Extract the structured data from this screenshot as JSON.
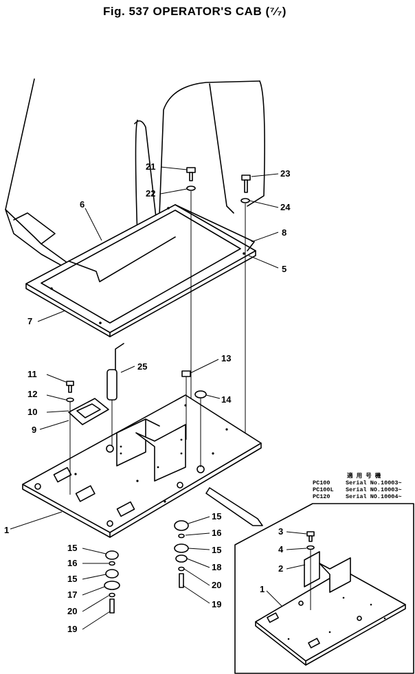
{
  "header": {
    "title": "Fig. 537  OPERATOR'S CAB (⁷⁄₇)"
  },
  "serial_table": {
    "heading": "適 用 号 機",
    "rows": [
      {
        "model": "PC100",
        "serial": "Serial No.10003~"
      },
      {
        "model": "PC100L",
        "serial": "Serial NO.10003~"
      },
      {
        "model": "PC120",
        "serial": "Serial NO.10004~"
      }
    ]
  },
  "callouts": {
    "c1": "1",
    "c5": "5",
    "c6": "6",
    "c7": "7",
    "c8": "8",
    "c9": "9",
    "c10": "10",
    "c11": "11",
    "c12": "12",
    "c13": "13",
    "c14": "14",
    "c21": "21",
    "c22": "22",
    "c23": "23",
    "c24": "24",
    "c25": "25",
    "c15a": "15",
    "c16a": "16",
    "c15b": "15",
    "c18": "18",
    "c20a": "20",
    "c19a": "19",
    "c15c": "15",
    "c16b": "16",
    "c15d": "15",
    "c17": "17",
    "c20b": "20",
    "c19b": "19",
    "i3": "3",
    "i4": "4",
    "i2": "2",
    "i1": "1"
  }
}
